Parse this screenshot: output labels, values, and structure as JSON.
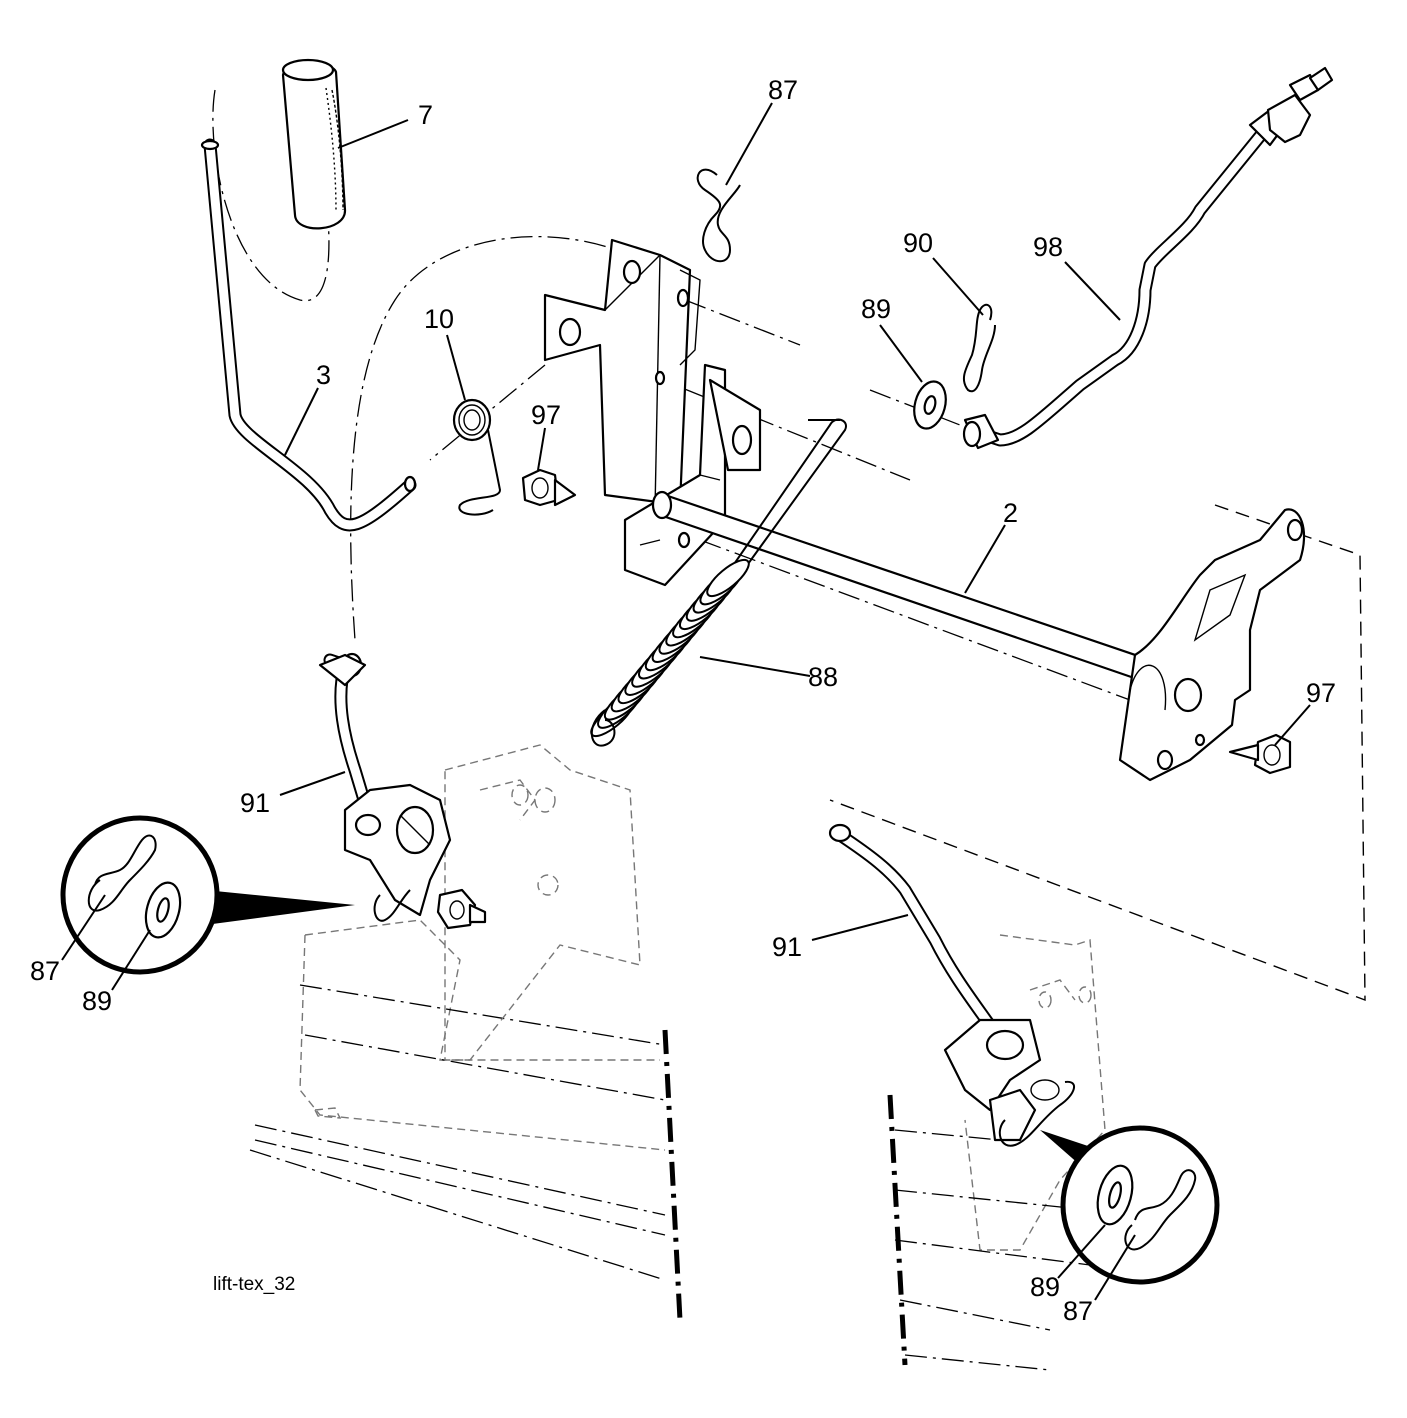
{
  "diagram": {
    "drawing_code": "lift-tex_32",
    "callouts": [
      {
        "id": "c7",
        "text": "7"
      },
      {
        "id": "c87a",
        "text": "87"
      },
      {
        "id": "c90",
        "text": "90"
      },
      {
        "id": "c98",
        "text": "98"
      },
      {
        "id": "c89a",
        "text": "89"
      },
      {
        "id": "c10",
        "text": "10"
      },
      {
        "id": "c3",
        "text": "3"
      },
      {
        "id": "c97a",
        "text": "97"
      },
      {
        "id": "c2",
        "text": "2"
      },
      {
        "id": "c88",
        "text": "88"
      },
      {
        "id": "c97b",
        "text": "97"
      },
      {
        "id": "c91a",
        "text": "91"
      },
      {
        "id": "c87b",
        "text": "87"
      },
      {
        "id": "c89b",
        "text": "89"
      },
      {
        "id": "c91b",
        "text": "91"
      },
      {
        "id": "c89c",
        "text": "89"
      },
      {
        "id": "c87c",
        "text": "87"
      }
    ]
  }
}
